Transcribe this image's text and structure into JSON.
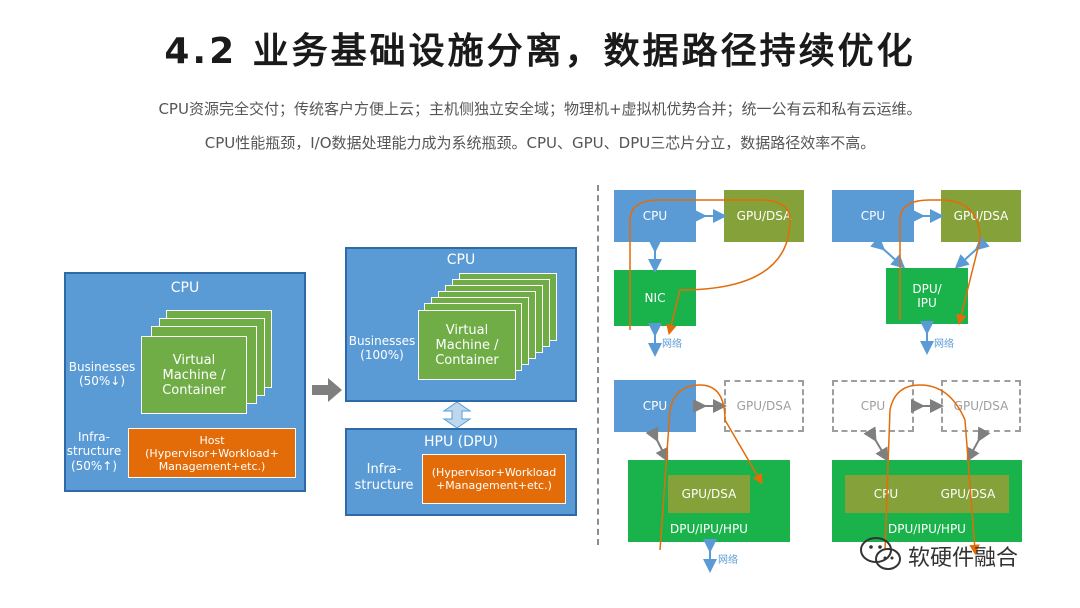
{
  "title": "4.2  业务基础设施分离，数据路径持续优化",
  "subtitle_line1": "CPU资源完全交付；传统客户方便上云；主机侧独立安全域；物理机+虚拟机优势合并；统一公有云和私有云运维。",
  "subtitle_line2": "CPU性能瓶颈，I/O数据处理能力成为系统瓶颈。CPU、GPU、DPU三芯片分立，数据路径效率不高。",
  "left_diagram": {
    "cpu_label": "CPU",
    "businesses_label": "Businesses\n(50%↓)",
    "vm_label": "Virtual\nMachine /\nContainer",
    "infra_label": "Infra-\nstructure\n(50%↑)",
    "host_label": "Host\n(Hypervisor+Workload+\nManagement+etc.)"
  },
  "middle_diagram": {
    "cpu_label": "CPU",
    "businesses_label": "Businesses\n(100%)",
    "vm_label": "Virtual\nMachine /\nContainer",
    "hpu_label": "HPU (DPU)",
    "infra_label": "Infra-\nstructure",
    "mgmt_label": "(Hypervisor+Workload\n+Management+etc.)"
  },
  "right_diagrams": {
    "cpu": "CPU",
    "gpu_dsa": "GPU/DSA",
    "nic": "NIC",
    "dpu_ipu": "DPU/\nIPU",
    "dpu_ipu_hpu": "DPU/IPU/HPU",
    "network": "网络"
  },
  "watermark": {
    "text": "软硬件融合"
  },
  "colors": {
    "blue": "#5b9bd5",
    "green": "#70ad47",
    "orange": "#e36c09",
    "olive": "#84a13a",
    "bright_green": "#1ab24b"
  }
}
